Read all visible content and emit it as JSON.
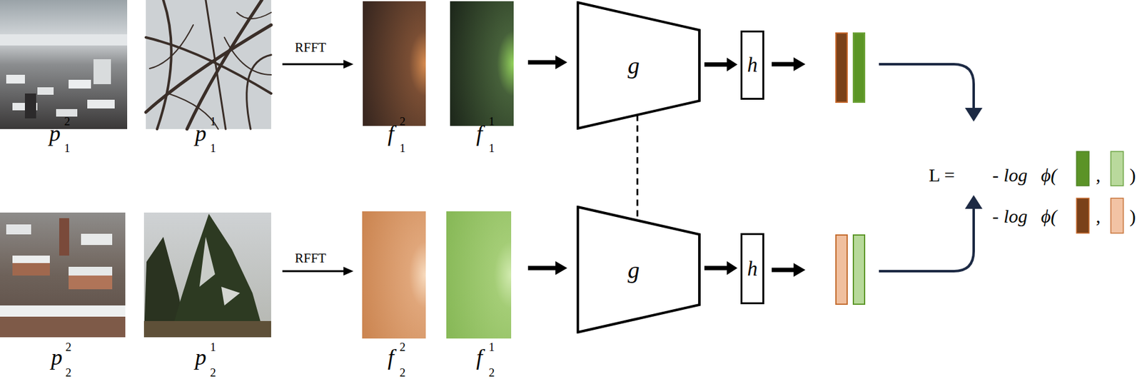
{
  "diagram": {
    "nodes": [
      {
        "text": [
          "g"
        ]
      },
      {
        "text": [
          "h"
        ]
      },
      {
        "text": [
          "g"
        ]
      },
      {
        "text": [
          "h"
        ]
      }
    ],
    "edges": [
      {
        "from": 0,
        "to": 1,
        "arrow": "to"
      },
      {
        "from": 2,
        "to": 3,
        "arrow": "to"
      },
      {
        "from": 0,
        "to": 2,
        "arrow": "none"
      }
    ],
    "labels": [
      "p",
      "2",
      "1",
      "p",
      "1",
      "1",
      "RFFT",
      "f",
      "2",
      "1",
      "f",
      "1",
      "1",
      "L =",
      "-",
      "log",
      "ϕ(",
      ",",
      ")",
      "-",
      "log",
      "ϕ(",
      ",",
      ")",
      "p",
      "2",
      "2",
      "p",
      "1",
      "2",
      "RFFT",
      "f",
      "2",
      "2",
      "f",
      "1",
      "2"
    ]
  }
}
